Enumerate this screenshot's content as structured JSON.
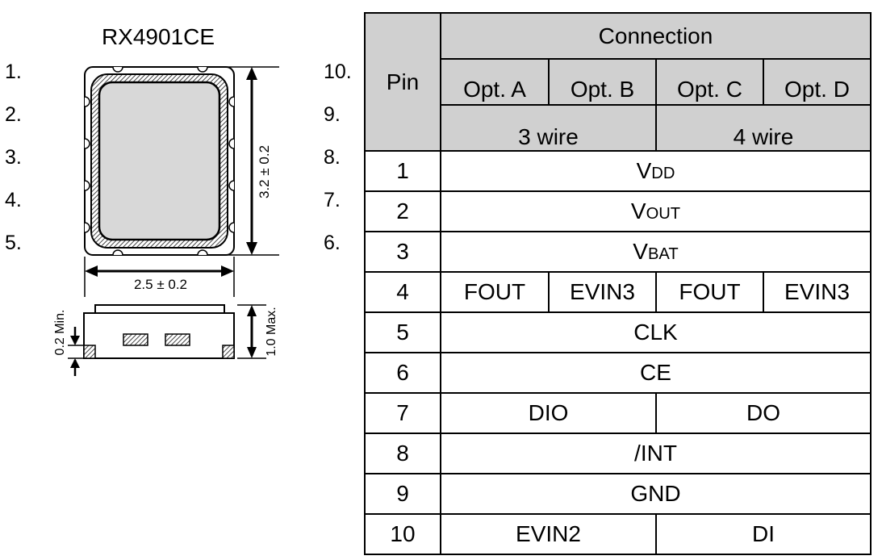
{
  "package": {
    "title": "RX4901CE",
    "left_pins": [
      "1.",
      "2.",
      "3.",
      "4.",
      "5."
    ],
    "right_pins": [
      "10.",
      "9.",
      "8.",
      "7.",
      "6."
    ],
    "height_dim": "3.2 ± 0.2",
    "width_dim": "2.5 ± 0.2",
    "max_height": "1.0 Max.",
    "min_standoff": "0.2 Min."
  },
  "table": {
    "pin_header": "Pin",
    "connection_header": "Connection",
    "options": [
      "Opt. A",
      "Opt. B",
      "Opt. C",
      "Opt. D"
    ],
    "wire_groups": [
      "3 wire",
      "4 wire"
    ],
    "rows": [
      {
        "pin": "1",
        "cells": [
          {
            "span": 4,
            "text": "V",
            "sub": "DD"
          }
        ]
      },
      {
        "pin": "2",
        "cells": [
          {
            "span": 4,
            "text": "V",
            "sub": "OUT"
          }
        ]
      },
      {
        "pin": "3",
        "cells": [
          {
            "span": 4,
            "text": "V",
            "sub": "BAT"
          }
        ]
      },
      {
        "pin": "4",
        "cells": [
          {
            "span": 1,
            "text": "FOUT"
          },
          {
            "span": 1,
            "text": "EVIN3"
          },
          {
            "span": 1,
            "text": "FOUT"
          },
          {
            "span": 1,
            "text": "EVIN3"
          }
        ]
      },
      {
        "pin": "5",
        "cells": [
          {
            "span": 4,
            "text": "CLK"
          }
        ]
      },
      {
        "pin": "6",
        "cells": [
          {
            "span": 4,
            "text": "CE"
          }
        ]
      },
      {
        "pin": "7",
        "cells": [
          {
            "span": 2,
            "text": "DIO"
          },
          {
            "span": 2,
            "text": "DO"
          }
        ]
      },
      {
        "pin": "8",
        "cells": [
          {
            "span": 4,
            "text": "/INT"
          }
        ]
      },
      {
        "pin": "9",
        "cells": [
          {
            "span": 4,
            "text": "GND"
          }
        ]
      },
      {
        "pin": "10",
        "cells": [
          {
            "span": 2,
            "text": "EVIN2"
          },
          {
            "span": 2,
            "text": "DI"
          }
        ]
      }
    ]
  }
}
